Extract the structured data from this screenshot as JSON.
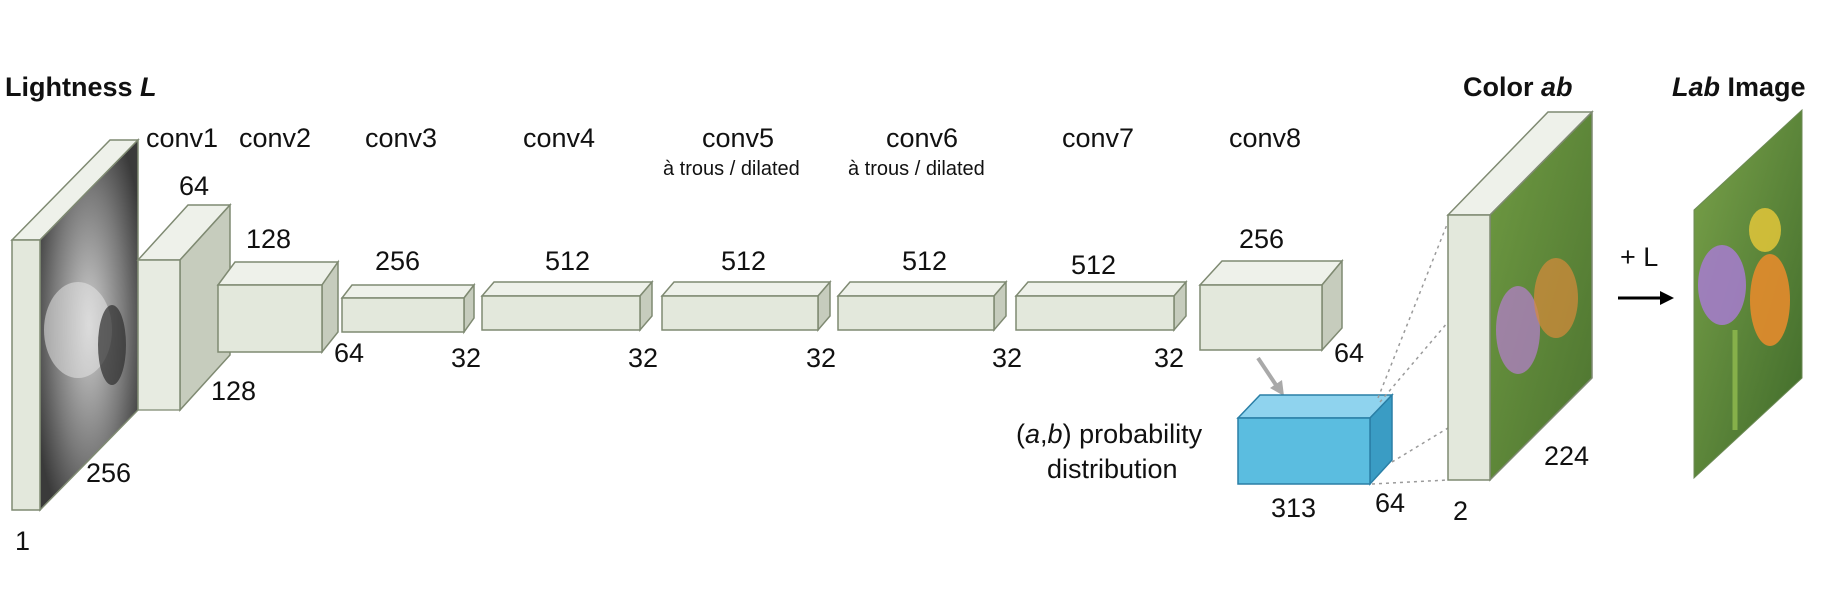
{
  "titles": {
    "input_pre": "Lightness ",
    "input_sym": "L",
    "output_pre": "Color ",
    "output_sym": "ab",
    "lab_sym": "Lab",
    "lab_post": " Image"
  },
  "conv_labels": [
    "conv1",
    "conv2",
    "conv3",
    "conv4",
    "conv5",
    "conv6",
    "conv7",
    "conv8"
  ],
  "dilated_label": "à trous / dilated",
  "numbers": {
    "input_channels": "1",
    "input_size": "256",
    "conv1_channels": "64",
    "conv1_size": "128",
    "conv2_channels": "128",
    "conv2_size": "64",
    "conv3_channels": "256",
    "conv3_size": "32",
    "conv4_channels": "512",
    "conv4_size": "32",
    "conv5_channels": "512",
    "conv5_size": "32",
    "conv6_channels": "512",
    "conv6_size": "32",
    "conv7_channels": "512",
    "conv7_size": "32",
    "conv8_channels": "256",
    "conv8_size": "64",
    "prob_channels": "313",
    "prob_size": "64",
    "output_channels": "2",
    "output_size": "224"
  },
  "prob_label": {
    "a": "a",
    "b": "b",
    "line1_rest": ") probability",
    "line2": "distribution"
  },
  "plus_l": "+ L",
  "colors": {
    "layer_front": "#e3e8dc",
    "layer_top": "#eef1ea",
    "layer_side": "#c6ccbd",
    "layer_stroke": "#7f8a72",
    "prob_front": "#5bbde0",
    "prob_top": "#8fd3ee",
    "prob_side": "#3a9cc4",
    "image_bg": "#5f8a3a"
  }
}
